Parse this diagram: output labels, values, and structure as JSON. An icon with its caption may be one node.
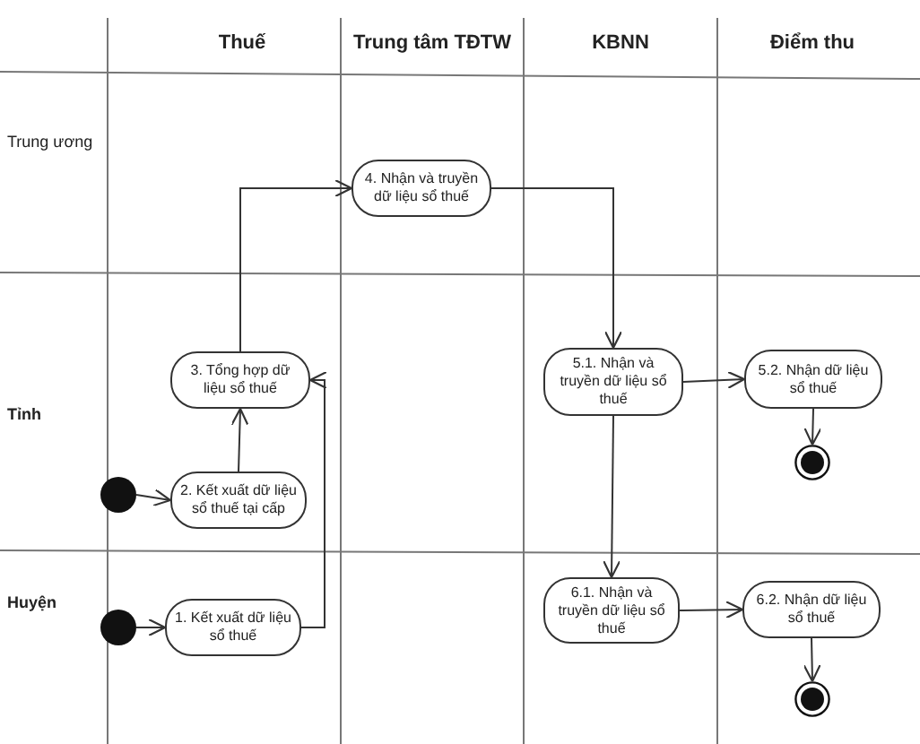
{
  "diagram": {
    "nodes": [
      {
        "text": [
          "4. Nhận và truyền dữ liệu sổ thuế"
        ]
      },
      {
        "text": [
          "3. Tổng hợp dữ liệu sổ thuế"
        ]
      },
      {
        "text": [
          "5.1. Nhận và truyền dữ liệu sổ thuế"
        ]
      },
      {
        "text": [
          "5.2. Nhận dữ liệu sổ thuế"
        ]
      },
      {
        "text": [],
        "shape": "circle"
      },
      {
        "text": [],
        "shape": "circle"
      },
      {
        "text": [
          "2. Kết xuất dữ liệu sổ thuế tại cấp"
        ]
      },
      {
        "text": [],
        "shape": "circle"
      },
      {
        "text": [
          "1. Kết xuất dữ liệu sổ thuế"
        ]
      },
      {
        "text": [
          "6.1. Nhận và truyền dữ liệu sổ thuế"
        ]
      },
      {
        "text": [
          "6.2. Nhận dữ liệu sổ thuế"
        ]
      },
      {
        "text": [],
        "shape": "circle"
      }
    ],
    "edges": [
      {
        "from": 5,
        "to": 6,
        "arrow": "to"
      },
      {
        "from": 6,
        "to": 1,
        "arrow": "to"
      },
      {
        "from": 8,
        "to": 1,
        "arrow": "to"
      },
      {
        "from": 1,
        "to": 0,
        "arrow": "to"
      },
      {
        "from": 0,
        "to": 2,
        "arrow": "to"
      },
      {
        "from": 2,
        "to": 3,
        "arrow": "to"
      },
      {
        "from": 3,
        "to": 4,
        "arrow": "to"
      },
      {
        "from": 2,
        "to": 9,
        "arrow": "to"
      },
      {
        "from": 9,
        "to": 10,
        "arrow": "to"
      },
      {
        "from": 10,
        "to": 11,
        "arrow": "to"
      },
      {
        "from": 7,
        "to": 8,
        "arrow": "to"
      }
    ],
    "labels": [
      "Thuế",
      "Trung tâm TĐTW",
      "KBNN",
      "Điểm thu",
      "Trung ương",
      "Tỉnh",
      "Huyện"
    ]
  }
}
